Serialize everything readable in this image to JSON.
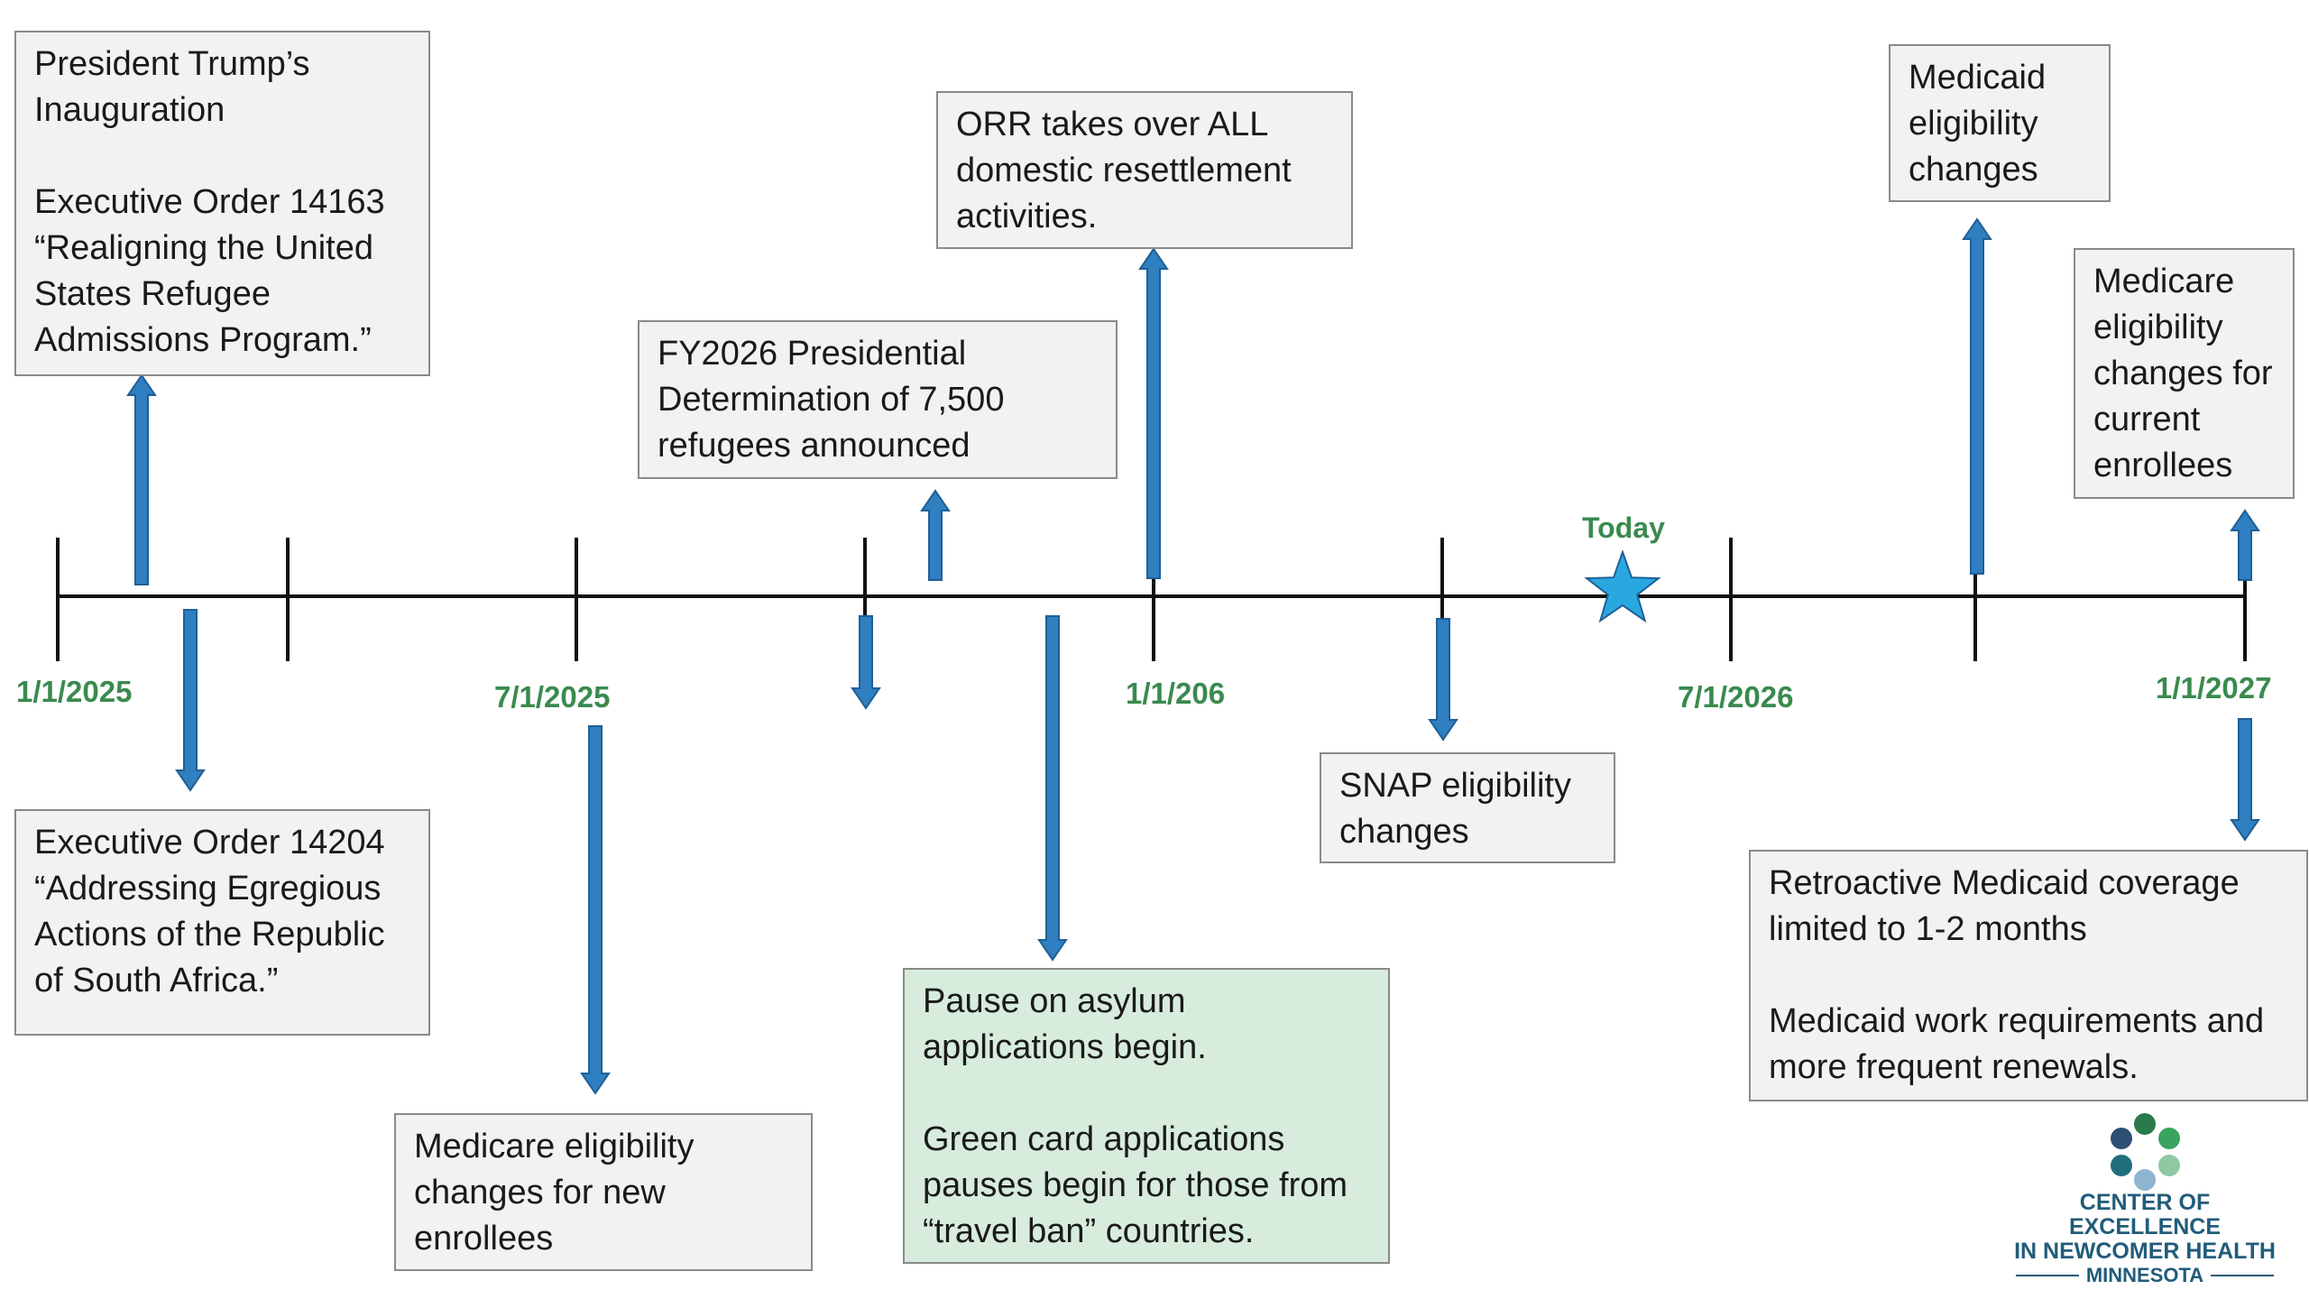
{
  "timeline": {
    "dates": [
      "1/1/2025",
      "7/1/2025",
      "1/1/206",
      "7/1/2026",
      "1/1/2027"
    ],
    "today_label": "Today"
  },
  "events": [
    {
      "id": "inauguration",
      "paragraphs": [
        "President Trump’s\nInauguration",
        "Executive Order 14163\n“Realigning the United\nStates Refugee\nAdmissions Program.”"
      ]
    },
    {
      "id": "eo-14204",
      "paragraphs": [
        "Executive Order 14204\n“Addressing Egregious\nActions of the Republic\nof South Africa.”"
      ]
    },
    {
      "id": "medicare-new",
      "paragraphs": [
        "Medicare eligibility\nchanges for new\nenrollees"
      ]
    },
    {
      "id": "fy2026-pd",
      "paragraphs": [
        "FY2026 Presidential\nDetermination of 7,500\nrefugees announced"
      ]
    },
    {
      "id": "orr-takeover",
      "paragraphs": [
        "ORR takes over ALL\ndomestic resettlement\nactivities."
      ]
    },
    {
      "id": "asylum-pause",
      "paragraphs": [
        "Pause on asylum\napplications begin.",
        "Green card applications\npauses begin for those from\n“travel ban” countries."
      ]
    },
    {
      "id": "snap",
      "paragraphs": [
        "SNAP eligibility\nchanges"
      ]
    },
    {
      "id": "medicaid-eligibility",
      "paragraphs": [
        "Medicaid\neligibility\nchanges"
      ]
    },
    {
      "id": "medicare-current",
      "paragraphs": [
        "Medicare\neligibility\nchanges for\ncurrent\nenrollees"
      ]
    },
    {
      "id": "medicaid-retro",
      "paragraphs": [
        "Retroactive Medicaid coverage\nlimited to 1-2 months",
        "Medicaid work requirements and\nmore frequent renewals."
      ]
    }
  ],
  "logo": {
    "line1": "CENTER OF EXCELLENCE",
    "line2": "IN NEWCOMER HEALTH",
    "line3": "MINNESOTA"
  },
  "colors": {
    "arrow": "#2f7fc1",
    "arrow_outline": "#1f5f95",
    "date_text": "#3a8a4f",
    "box_fill": "#f2f2f2",
    "box_fill_highlight": "#d7ecdc",
    "box_border": "#8a8a8a",
    "star": "#29a8e0",
    "logo_text": "#215c7a"
  }
}
